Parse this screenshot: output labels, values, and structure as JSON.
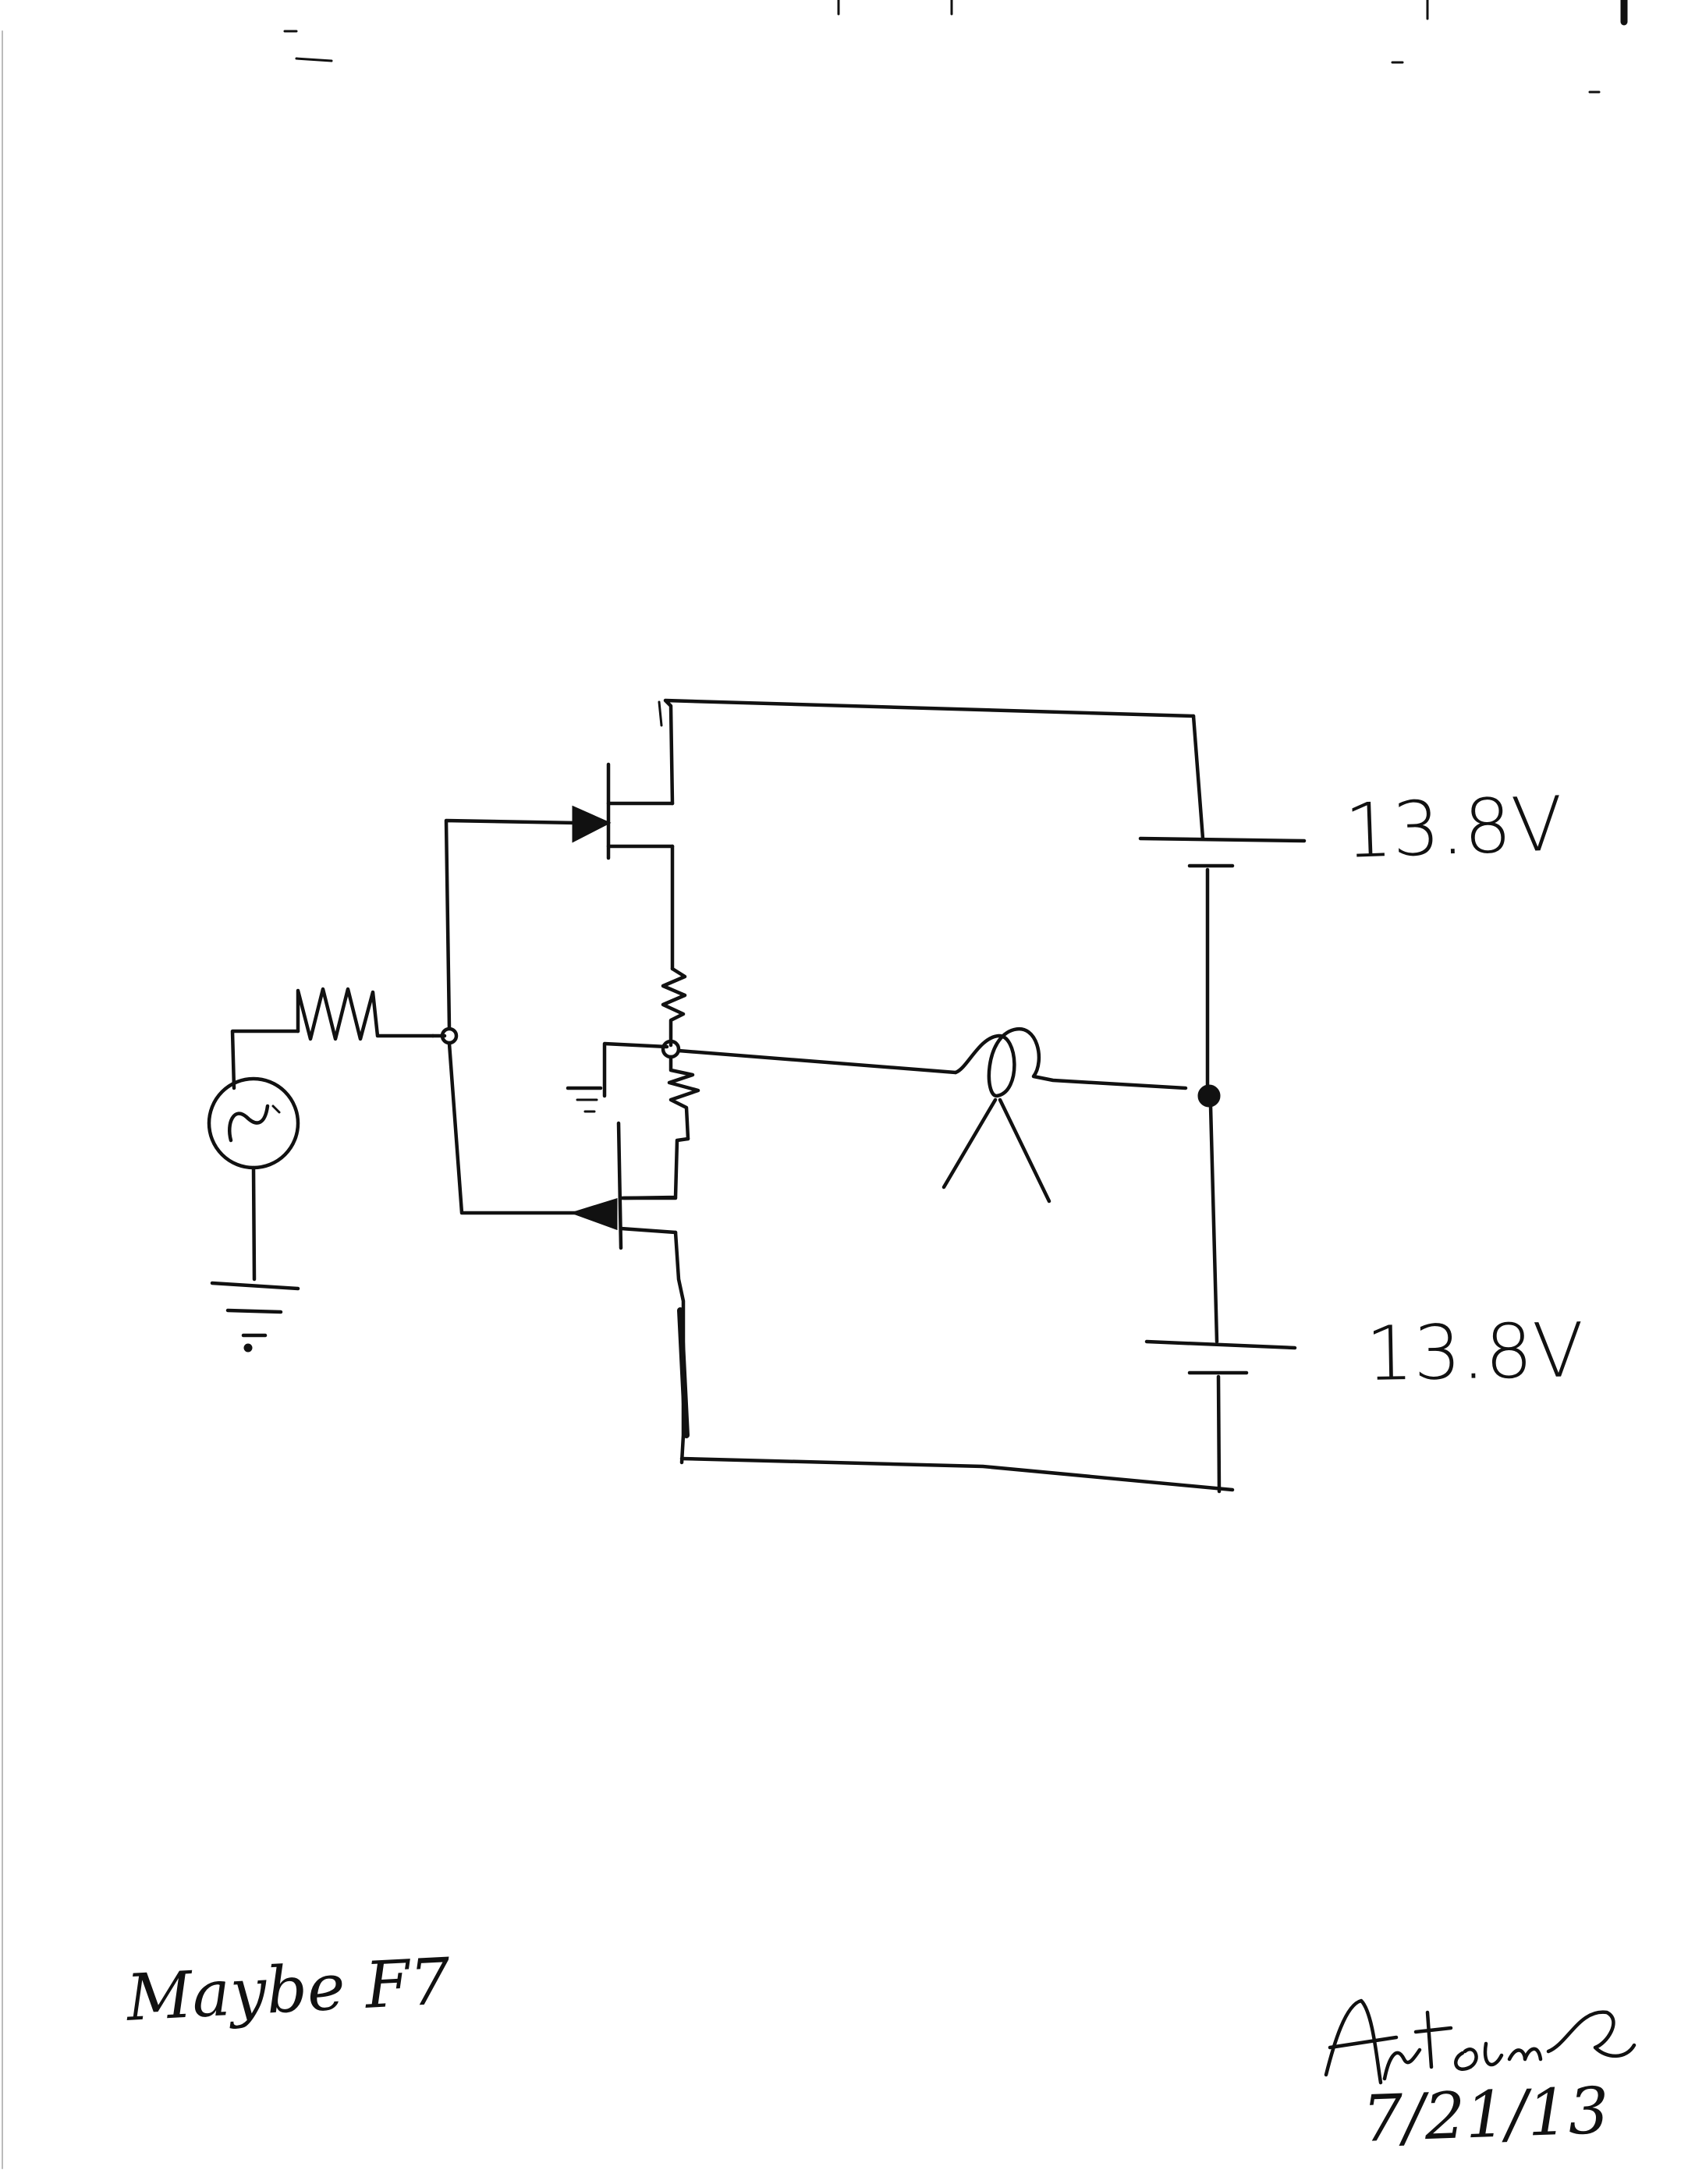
{
  "battery_top": {
    "label": "13.8V"
  },
  "battery_bottom": {
    "label": "13.8V"
  },
  "note": "Maybe F7",
  "signature": {
    "name": "Antoine",
    "date": "7/21/13"
  },
  "colors": {
    "ink": "#111111",
    "paper": "#ffffff"
  },
  "icons": {
    "ac_source": "ac-source-icon",
    "resistor": "resistor-icon",
    "ground": "ground-icon",
    "transistor": "transistor-icon",
    "battery": "battery-icon",
    "inductor": "inductor-icon",
    "junction": "junction-dot-icon"
  }
}
